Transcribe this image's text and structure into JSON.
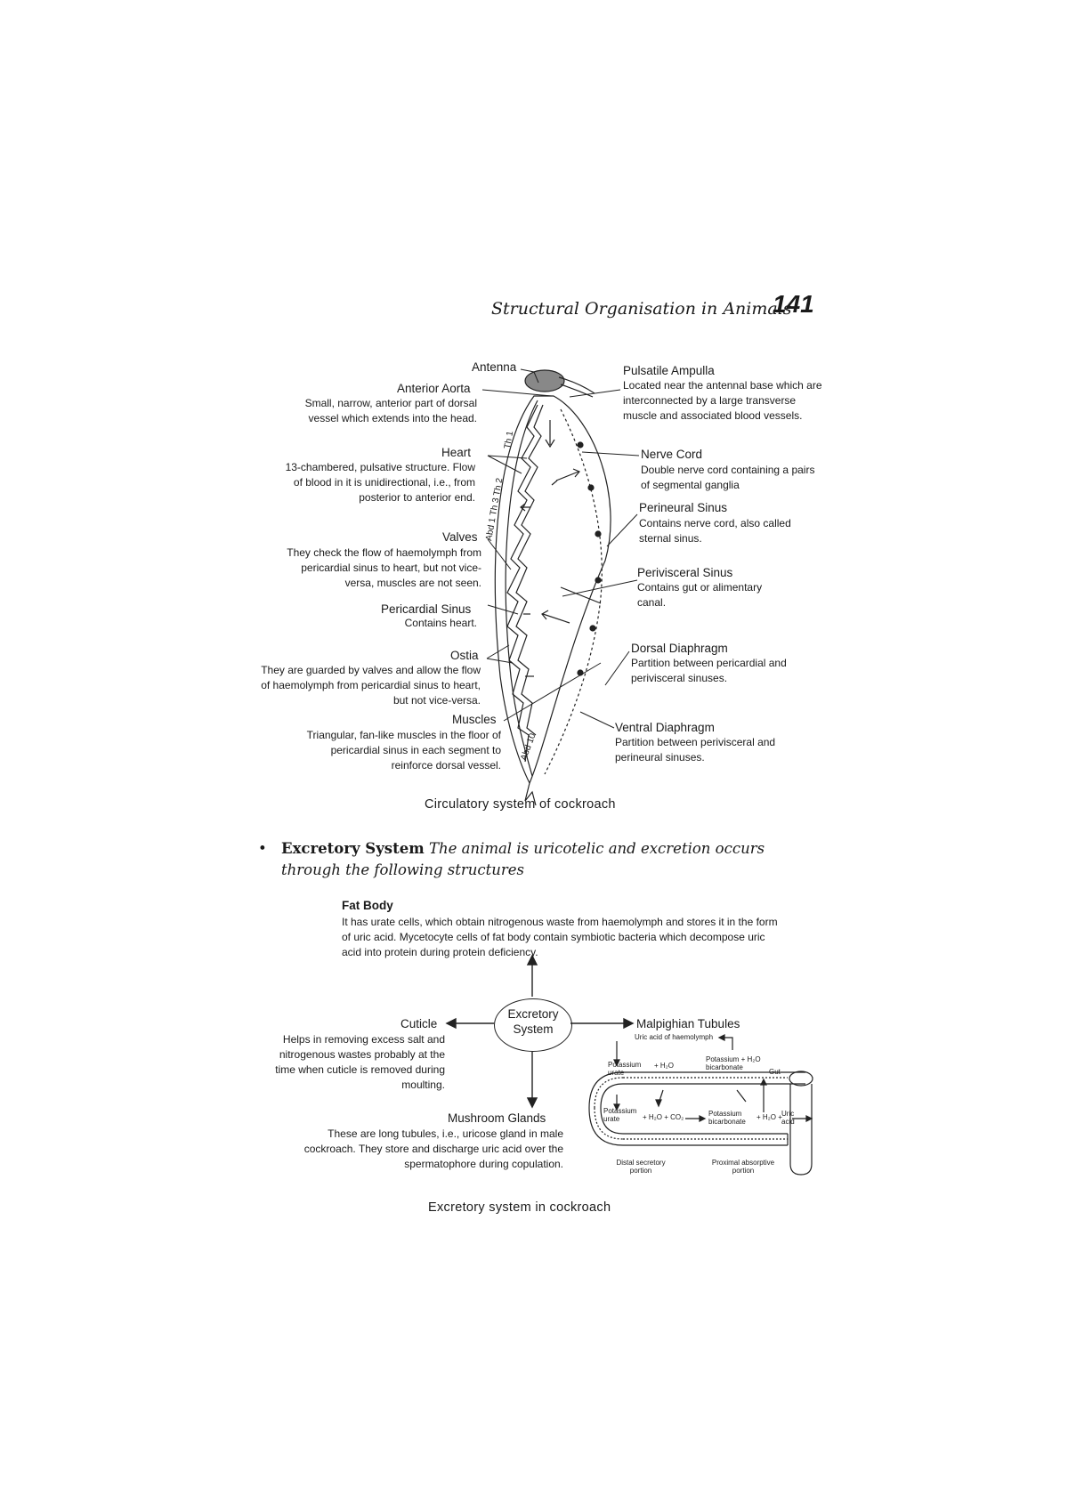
{
  "header": {
    "title": "Structural Organisation in Animals",
    "page_number": "141"
  },
  "circulatory": {
    "labels": {
      "antenna": "Antenna",
      "anterior_aorta": "Anterior Aorta",
      "anterior_aorta_desc": "Small, narrow, anterior part of dorsal vessel which extends into the head.",
      "heart": "Heart",
      "heart_desc": "13-chambered, pulsative structure. Flow of blood in it is unidirectional, i.e., from posterior to anterior end.",
      "valves": "Valves",
      "valves_desc": "They check the flow of haemolymph from pericardial sinus to heart, but not vice-versa, muscles are not seen.",
      "pericardial_sinus": "Pericardial Sinus",
      "pericardial_sinus_desc": "Contains heart.",
      "ostia": "Ostia",
      "ostia_desc": "They are guarded by valves and allow the flow of haemolymph from pericardial sinus to heart, but not vice-versa.",
      "muscles": "Muscles",
      "muscles_desc": "Triangular, fan-like muscles in the floor of pericardial sinus in each segment to reinforce dorsal vessel.",
      "pulsatile_ampulla": "Pulsatile Ampulla",
      "pulsatile_ampulla_desc": "Located near the antennal base which are interconnected by a large transverse muscle and associated blood vessels.",
      "nerve_cord": "Nerve Cord",
      "nerve_cord_desc": "Double nerve cord containing a pairs of segmental ganglia",
      "perineural_sinus": "Perineural Sinus",
      "perineural_sinus_desc": "Contains nerve cord, also called sternal sinus.",
      "perivisceral_sinus": "Perivisceral Sinus",
      "perivisceral_sinus_desc": "Contains gut or alimentary canal.",
      "dorsal_diaphragm": "Dorsal Diaphragm",
      "dorsal_diaphragm_desc": "Partition between pericardial and perivisceral sinuses.",
      "ventral_diaphragm": "Ventral Diaphragm",
      "ventral_diaphragm_desc": "Partition between perivisceral and perineural sinuses.",
      "seg_th": "Th 1",
      "seg_th23": "Abd 1 Th 3 Th 2",
      "seg_abd": "Abd 10"
    },
    "caption": "Circulatory system of cockroach"
  },
  "excretory_section": {
    "bullet": "•",
    "heading": "Excretory System",
    "text": "The animal is uricotelic and excretion occurs through the following structures"
  },
  "excretory": {
    "center": "Excretory System",
    "fat_body": "Fat Body",
    "fat_body_desc": "It has urate cells, which obtain nitrogenous waste from haemolymph and stores it in the form of uric acid. Mycetocyte cells of fat body contain symbiotic bacteria which decompose uric acid into protein during protein deficiency.",
    "cuticle": "Cuticle",
    "cuticle_desc": "Helps in removing excess salt and nitrogenous wastes probably at the time when cuticle is removed during moulting.",
    "malpighian": "Malpighian Tubules",
    "mushroom": "Mushroom Glands",
    "mushroom_desc": "These are long tubules, i.e., uricose gland in male cockroach. They store and discharge uric acid over the spermatophore during copulation.",
    "tubule": {
      "uric_acid_haemolymph": "Uric acid of haemolymph",
      "potassium_urate_top": "Potassium urate",
      "h2o_top": "+ H₂O",
      "potassium_bicarbonate_top": "Potassium + H₂O bicarbonate",
      "gut": "Gut",
      "potassium_urate_bottom": "Potassium urate",
      "h2o_co2": "+ H₂O + CO₂",
      "potassium_bicarbonate_bottom": "Potassium bicarbonate",
      "h2o_bottom": "+ H₂O +",
      "uric_acid": "Uric acid",
      "distal": "Distal secretory portion",
      "proximal": "Proximal absorptive portion"
    },
    "caption": "Excretory system in cockroach"
  }
}
